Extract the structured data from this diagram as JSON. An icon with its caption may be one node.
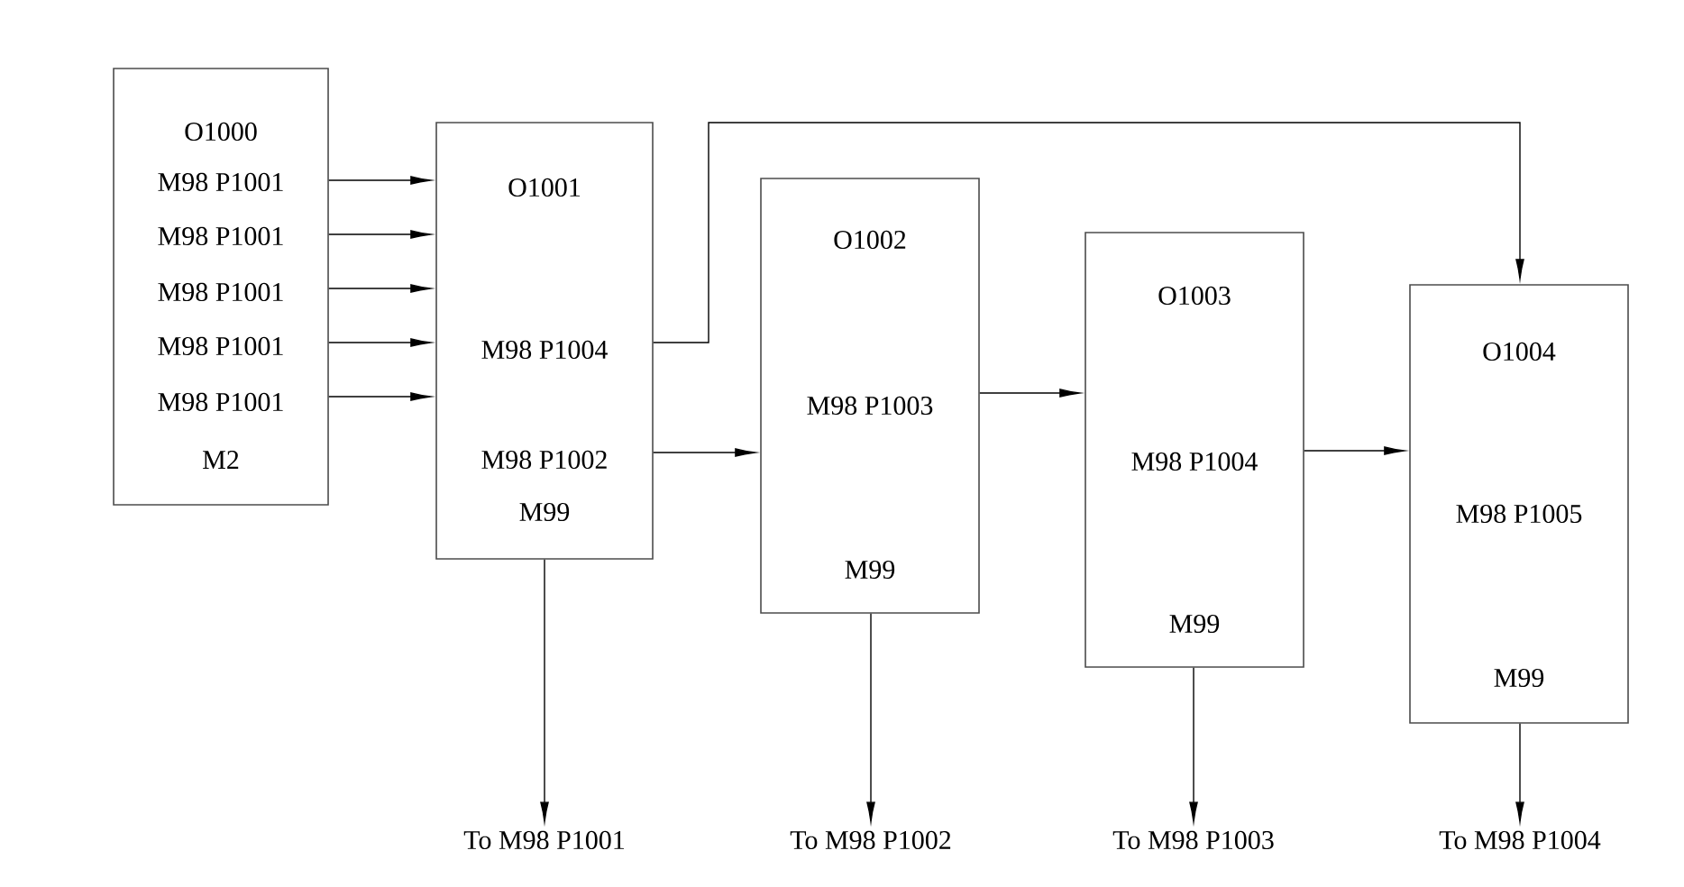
{
  "diagram": {
    "nodes": [
      {
        "text": [
          "O1000",
          "M98 P1001",
          "M98 P1001",
          "M98 P1001",
          "M98 P1001",
          "M98 P1001",
          "M2"
        ]
      },
      {
        "text": [
          "O1001",
          "M98 P1004",
          "M98 P1002",
          "M99"
        ]
      },
      {
        "text": [
          "O1002",
          "M98 P1003",
          "M99"
        ]
      },
      {
        "text": [
          "O1003",
          "M98 P1004",
          "M99"
        ]
      },
      {
        "text": [
          "O1004",
          "M98 P1005",
          "M99"
        ]
      },
      {
        "text": [
          "To M98 P1001"
        ]
      },
      {
        "text": [
          "To M98 P1002"
        ]
      },
      {
        "text": [
          "To M98 P1003"
        ]
      },
      {
        "text": [
          "To M98 P1004"
        ]
      }
    ],
    "edges": [
      {
        "from": 0,
        "to": 1,
        "arrow": "to"
      },
      {
        "from": 0,
        "to": 1,
        "arrow": "to"
      },
      {
        "from": 0,
        "to": 1,
        "arrow": "to"
      },
      {
        "from": 0,
        "to": 1,
        "arrow": "to"
      },
      {
        "from": 0,
        "to": 1,
        "arrow": "to"
      },
      {
        "from": 1,
        "to": 4,
        "arrow": "to"
      },
      {
        "from": 1,
        "to": 2,
        "arrow": "to"
      },
      {
        "from": 2,
        "to": 3,
        "arrow": "to"
      },
      {
        "from": 3,
        "to": 4,
        "arrow": "to"
      },
      {
        "from": 1,
        "to": 5,
        "arrow": "to"
      },
      {
        "from": 2,
        "to": 6,
        "arrow": "to"
      },
      {
        "from": 3,
        "to": 7,
        "arrow": "to"
      },
      {
        "from": 4,
        "to": 8,
        "arrow": "to"
      }
    ]
  }
}
